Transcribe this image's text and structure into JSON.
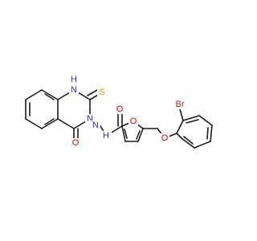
{
  "structure": {
    "colors": {
      "bond": "#1a1a1a",
      "nitrogen": "#2b2bd6",
      "oxygen": "#e00000",
      "sulfur": "#c8a400",
      "bromine": "#a52a2a",
      "background": "#ffffff"
    },
    "atom_labels": {
      "n1_h": "H",
      "n1": "N",
      "s": "S",
      "n3": "N",
      "o_keto": "O",
      "nh_n": "N",
      "nh_h": "H",
      "o_amide": "O",
      "o_furan": "O",
      "br": "Br",
      "o_ether": "O"
    }
  }
}
